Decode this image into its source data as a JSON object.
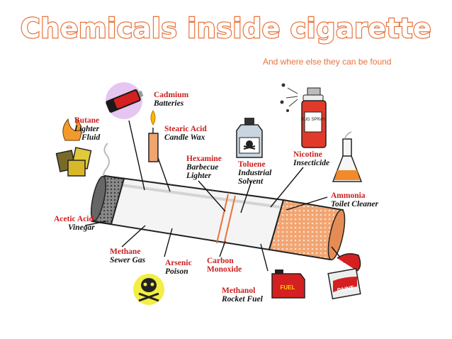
{
  "slide": {
    "title": "Chemicals inside cigarette",
    "subtitle": "And where else they can be found"
  },
  "labels": {
    "cadmium": {
      "chemical": "Cadmium",
      "source": "Batteries"
    },
    "butane": {
      "chemical": "Butane",
      "source1": "Lighter",
      "source2": "Fluid"
    },
    "stearic": {
      "chemical": "Stearic Acid",
      "source": "Candle Wax"
    },
    "hexamine": {
      "chemical": "Hexamine",
      "source1": "Barbecue",
      "source2": "Lighter"
    },
    "toluene": {
      "chemical": "Toluene",
      "source1": "Industrial",
      "source2": "Solvent"
    },
    "nicotine": {
      "chemical": "Nicotine",
      "source": "Insecticide"
    },
    "ammonia": {
      "chemical": "Ammonia",
      "source": "Toilet Cleaner"
    },
    "acetic": {
      "chemical": "Acetic Acid",
      "source": "Vinegar"
    },
    "methane": {
      "chemical": "Methane",
      "source": "Sewer Gas"
    },
    "arsenic": {
      "chemical": "Arsenic",
      "source": "Poison"
    },
    "carbon": {
      "chemical1": "Carbon",
      "chemical2": "Monoxide"
    },
    "methanol": {
      "chemical": "Methanol",
      "source": "Rocket Fuel"
    }
  },
  "illustration_text": {
    "spray_can": "BUG SPRAY",
    "fuel_can": "FUEL",
    "paint_can": "PAINT"
  },
  "colors": {
    "title_outline": "#e8723a",
    "chemical_label": "#cc1f1f",
    "source_label": "#111111",
    "filter": "#f2a572"
  }
}
